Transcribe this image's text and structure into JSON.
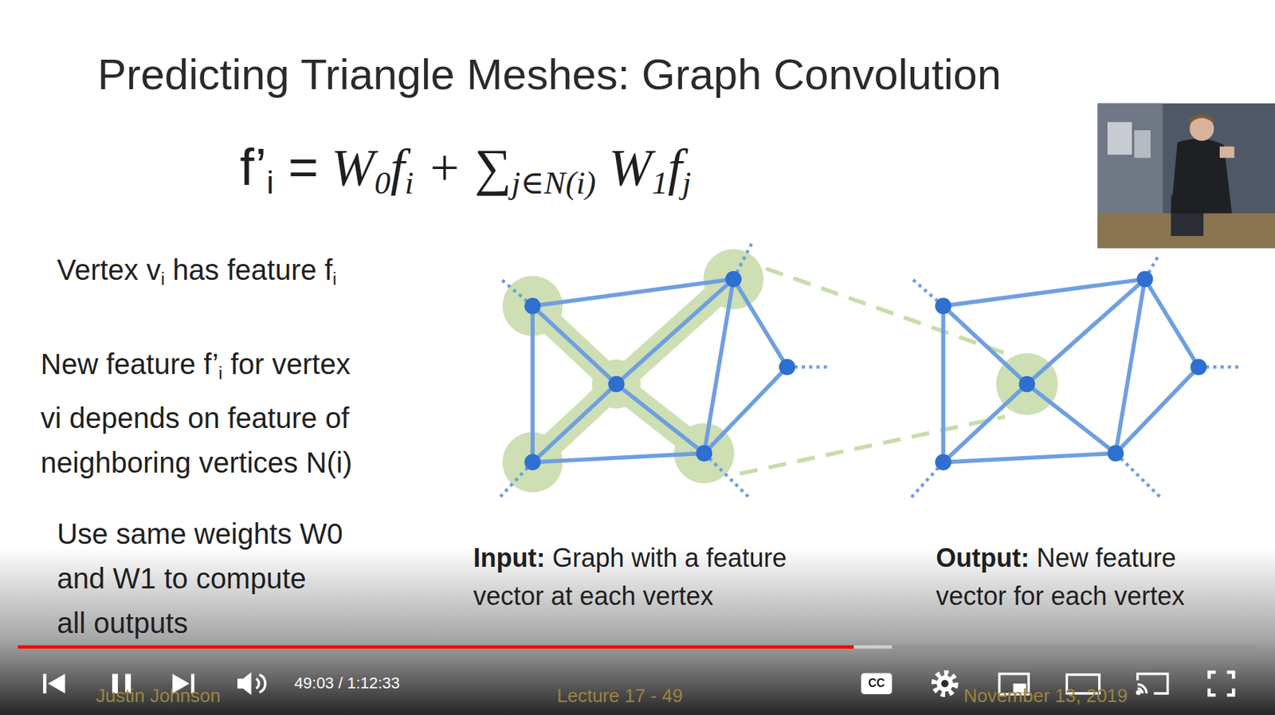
{
  "diagram": {
    "title": "Predicting Triangle Meshes: Graph Convolution",
    "labels": [
      "f’i = W0fi + ∑j∈N(i) W1fj",
      "Vertex vi has feature fi",
      "New feature f’i for vertex vi depends on feature of neighboring vertices N(i)",
      "Use same weights W0 and W1 to compute all outputs",
      "Input: Graph with a feature vector at each vertex",
      "Output: New feature vector for each vertex",
      "49:03 / 1:12:33",
      "CC",
      "Justin Johnson",
      "Lecture 17 - 49",
      "November 13, 2019"
    ]
  }
}
